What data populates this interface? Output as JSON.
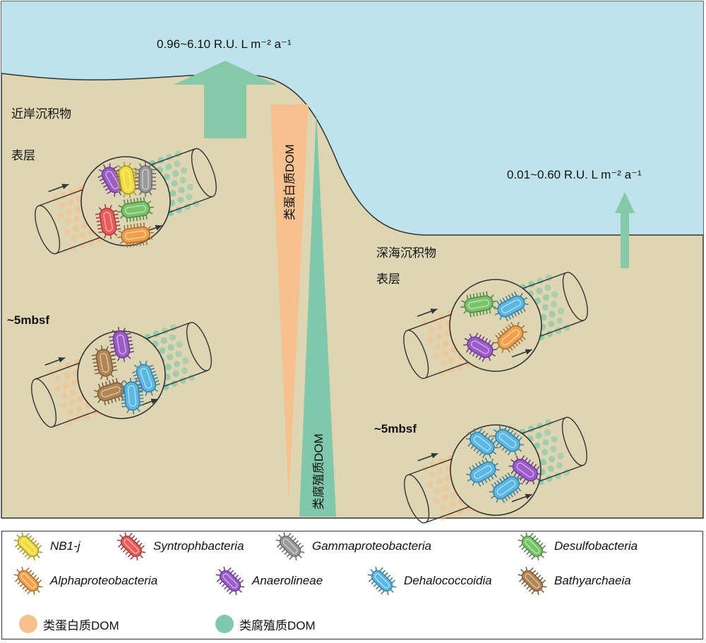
{
  "flux": {
    "coastal": "0.96~6.10 R.U. L m⁻² a⁻¹",
    "deep": "0.01~0.60 R.U. L m⁻² a⁻¹"
  },
  "zones": {
    "coastal_sediment": "近岸沉积物",
    "deep_sediment": "深海沉积物",
    "surface": "表层",
    "depth": "~5mbsf"
  },
  "gradients": {
    "protein_like": "类蛋白质DOM",
    "humic_like": "类腐殖质DOM"
  },
  "legend": {
    "taxa": [
      {
        "name": "NB1-j",
        "color": "#f2dc3a"
      },
      {
        "name": "Syntrophbacteria",
        "color": "#ea5b5b"
      },
      {
        "name": "Gammaproteobacteria",
        "color": "#9a9a9a"
      },
      {
        "name": "Desulfobacteria",
        "color": "#79c46a"
      },
      {
        "name": "Alphaproteobacteria",
        "color": "#f3a04a"
      },
      {
        "name": "Anaerolineae",
        "color": "#9b5bc8"
      },
      {
        "name": "Dehalococcoidia",
        "color": "#5bb8e4"
      },
      {
        "name": "Bathyarchaeia",
        "color": "#b28654"
      }
    ],
    "dom": [
      {
        "name": "类蛋白质DOM",
        "color": "#f7c08f"
      },
      {
        "name": "类腐殖质DOM",
        "color": "#7fc8ac"
      }
    ]
  },
  "colors": {
    "water": "#bfe3ec",
    "sediment": "#ded5b2",
    "arrow": "#85c9a8"
  }
}
